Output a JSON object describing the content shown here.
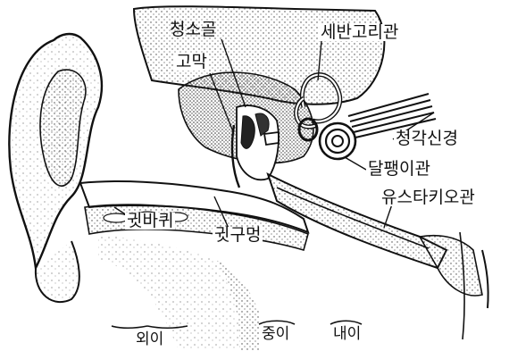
{
  "labels": {
    "ossicles": "청소골",
    "semicircular_canals": "세반고리관",
    "eardrum": "고막",
    "auditory_nerve": "청각신경",
    "cochlea": "달팽이관",
    "eustachian_tube": "유스타키오관",
    "pinna": "귓바퀴",
    "ear_canal": "귓구멍"
  },
  "regions": {
    "outer_ear": "외이",
    "middle_ear": "중이",
    "inner_ear": "내이"
  },
  "colors": {
    "ink": "#111111",
    "paper": "#ffffff",
    "stipple": "#4a4a4a"
  }
}
